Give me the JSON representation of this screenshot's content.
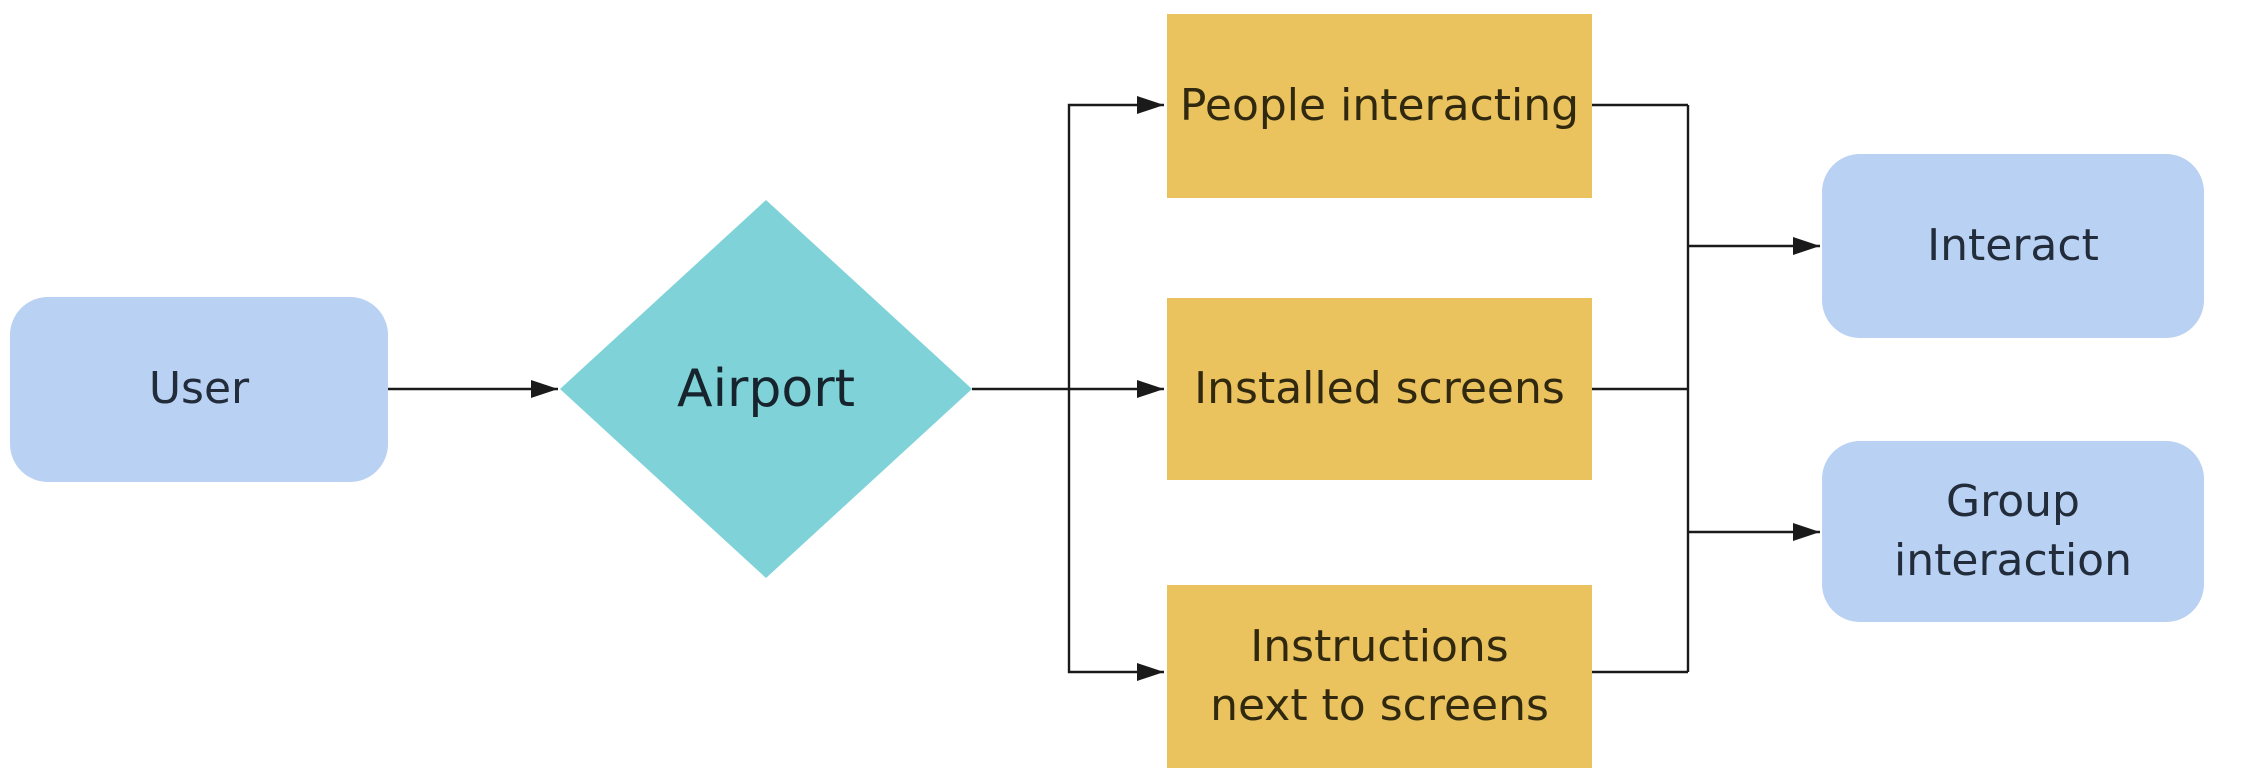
{
  "diagram": {
    "type": "flowchart",
    "background": "#ffffff",
    "colors": {
      "terminal_fill": "#b9d1f2",
      "decision_fill": "#7fd3d8",
      "process_fill": "#eac25e",
      "connector_line": "#1a1a1a",
      "text_on_blue": "#222c3a",
      "text_on_teal": "#17242e",
      "text_on_yellow": "#31290f"
    }
  },
  "nodes": {
    "user": {
      "label": "User",
      "shape": "rounded-rectangle",
      "fill": "#b9d1f2"
    },
    "airport": {
      "label": "Airport",
      "shape": "diamond",
      "fill": "#7fd3d8"
    },
    "people_interacting": {
      "label": "People interacting",
      "shape": "rectangle",
      "fill": "#eac25e"
    },
    "installed_screens": {
      "label": "Installed screens",
      "shape": "rectangle",
      "fill": "#eac25e"
    },
    "instructions_next_to_screens": {
      "label": "Instructions next to screens",
      "shape": "rectangle",
      "fill": "#eac25e"
    },
    "interact": {
      "label": "Interact",
      "shape": "rounded-rectangle",
      "fill": "#b9d1f2"
    },
    "group_interaction": {
      "label": "Group interaction",
      "shape": "rounded-rectangle",
      "fill": "#b9d1f2"
    }
  },
  "connections": [
    {
      "from": "user",
      "to": "airport",
      "arrowhead": true
    },
    {
      "from": "airport",
      "to": "people_interacting",
      "arrowhead": true
    },
    {
      "from": "airport",
      "to": "installed_screens",
      "arrowhead": true
    },
    {
      "from": "airport",
      "to": "instructions_next_to_screens",
      "arrowhead": true
    },
    {
      "from": "people_interacting",
      "to": "right-junction",
      "arrowhead": false
    },
    {
      "from": "installed_screens",
      "to": "right-junction",
      "arrowhead": false
    },
    {
      "from": "instructions_next_to_screens",
      "to": "right-junction",
      "arrowhead": false
    },
    {
      "from": "right-junction",
      "to": "interact",
      "arrowhead": true
    },
    {
      "from": "right-junction",
      "to": "group_interaction",
      "arrowhead": true
    }
  ]
}
